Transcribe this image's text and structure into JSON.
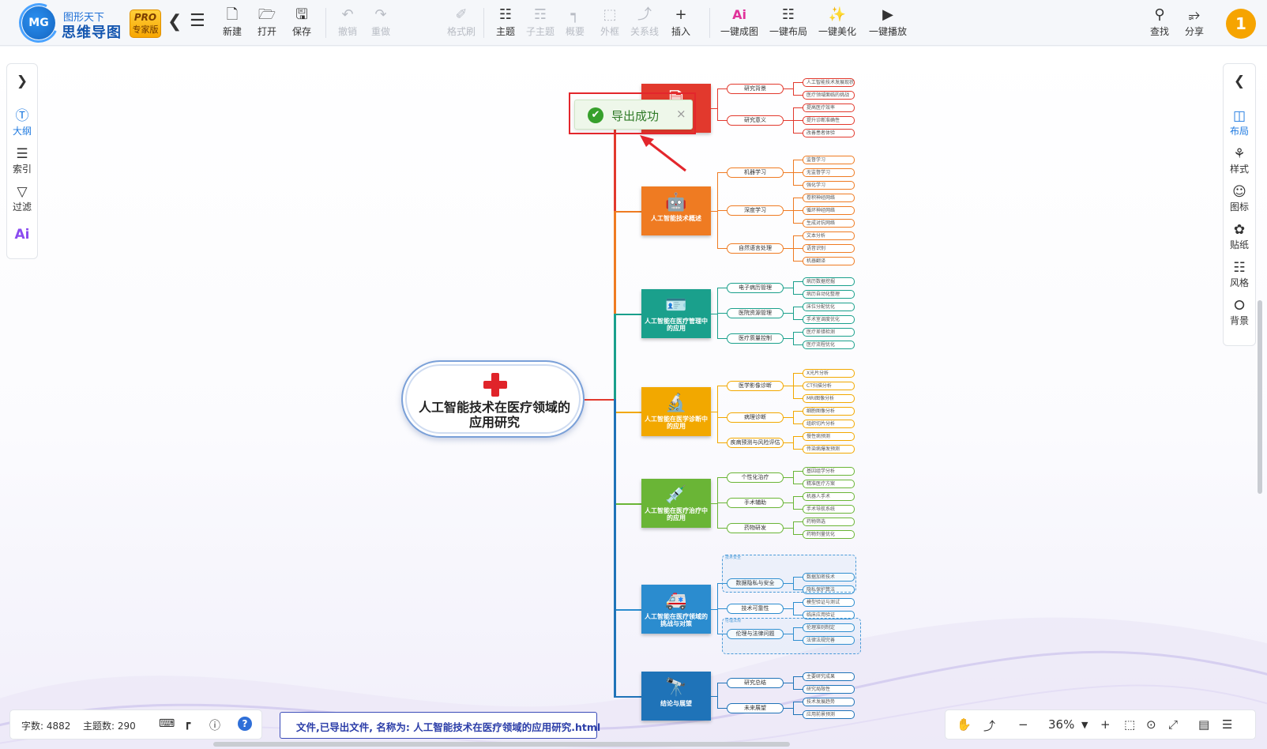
{
  "app": {
    "brand_small": "图形天下",
    "brand_main": "思维导图",
    "edition_a": "PRO",
    "edition_b": "专家版",
    "avatar_text": "1"
  },
  "toolbar": {
    "back_icon": "chevron-left-icon",
    "menu_icon": "menu-icon",
    "items": [
      {
        "label": "新建",
        "icon": "file-new-icon",
        "enabled": true
      },
      {
        "label": "打开",
        "icon": "folder-open-icon",
        "enabled": true
      },
      {
        "label": "保存",
        "icon": "save-icon",
        "enabled": true
      },
      {
        "label": "撤销",
        "icon": "undo-icon",
        "enabled": false
      },
      {
        "label": "重做",
        "icon": "redo-icon",
        "enabled": false
      },
      {
        "label": "格式刷",
        "icon": "format-brush-icon",
        "enabled": false
      },
      {
        "label": "主题",
        "icon": "topic-icon",
        "enabled": true
      },
      {
        "label": "子主题",
        "icon": "subtopic-icon",
        "enabled": false
      },
      {
        "label": "概要",
        "icon": "summary-icon",
        "enabled": false
      },
      {
        "label": "外框",
        "icon": "boundary-icon",
        "enabled": false
      },
      {
        "label": "关系线",
        "icon": "relation-icon",
        "enabled": false
      },
      {
        "label": "插入",
        "icon": "plus-icon",
        "enabled": true
      },
      {
        "label": "一键成图",
        "icon": "ai-icon",
        "enabled": true
      },
      {
        "label": "一键布局",
        "icon": "layout-icon",
        "enabled": true
      },
      {
        "label": "一键美化",
        "icon": "magic-wand-icon",
        "enabled": true
      },
      {
        "label": "一键播放",
        "icon": "play-icon",
        "enabled": true
      },
      {
        "label": "查找",
        "icon": "search-icon",
        "enabled": true
      },
      {
        "label": "分享",
        "icon": "share-icon",
        "enabled": true
      }
    ]
  },
  "left_panel": [
    {
      "label": "",
      "icon": "chevron-right-icon"
    },
    {
      "label": "大纲",
      "icon": "outline-icon",
      "active": true
    },
    {
      "label": "索引",
      "icon": "index-list-icon"
    },
    {
      "label": "过滤",
      "icon": "filter-icon"
    },
    {
      "label": "",
      "icon": "ai-icon"
    }
  ],
  "right_panel": [
    {
      "label": "",
      "icon": "chevron-left-icon"
    },
    {
      "label": "布局",
      "icon": "layout-panel-icon",
      "active": true
    },
    {
      "label": "样式",
      "icon": "palette-icon"
    },
    {
      "label": "图标",
      "icon": "smiley-icon"
    },
    {
      "label": "贴纸",
      "icon": "sticker-icon"
    },
    {
      "label": "风格",
      "icon": "style-grid-icon"
    },
    {
      "label": "背景",
      "icon": "layers-icon"
    }
  ],
  "toast": {
    "text": "导出成功",
    "close": "×"
  },
  "mindmap": {
    "root": "人工智能技术在医疗领域的应用研究",
    "topics": [
      {
        "label": "",
        "color": "#e2392d",
        "icon": "document-icon",
        "subs": [
          {
            "label": "研究背景",
            "leaves": [
              "人工智能技术发展现状",
              "医疗领域面临的挑战"
            ]
          },
          {
            "label": "研究意义",
            "leaves": [
              "提高医疗效率",
              "提升诊断准确性",
              "改善患者体验"
            ]
          }
        ]
      },
      {
        "label": "人工智能技术概述",
        "color": "#ef7b22",
        "icon": "robot-icon",
        "subs": [
          {
            "label": "机器学习",
            "leaves": [
              "监督学习",
              "无监督学习",
              "强化学习"
            ]
          },
          {
            "label": "深度学习",
            "leaves": [
              "卷积神经网络",
              "循环神经网络",
              "生成对抗网络"
            ]
          },
          {
            "label": "自然语言处理",
            "leaves": [
              "文本分析",
              "语音识别",
              "机器翻译"
            ]
          }
        ]
      },
      {
        "label": "人工智能在医疗管理中的应用",
        "color": "#1aa08c",
        "icon": "id-card-icon",
        "subs": [
          {
            "label": "电子病历管理",
            "leaves": [
              "病历数据挖掘",
              "病历自动化整理"
            ]
          },
          {
            "label": "医院资源管理",
            "leaves": [
              "床位分配优化",
              "手术室调度优化"
            ]
          },
          {
            "label": "医疗质量控制",
            "leaves": [
              "医疗差错检测",
              "医疗流程优化"
            ]
          }
        ]
      },
      {
        "label": "人工智能在医学诊断中的应用",
        "color": "#f2a800",
        "icon": "microscope-icon",
        "subs": [
          {
            "label": "医学影像诊断",
            "leaves": [
              "X光片分析",
              "CT扫描分析",
              "MRI图像分析"
            ]
          },
          {
            "label": "病理诊断",
            "leaves": [
              "细胞图像分析",
              "组织切片分析"
            ]
          },
          {
            "label": "疾病预测与风险评估",
            "leaves": [
              "慢性病预测",
              "传染病爆发预测"
            ]
          }
        ]
      },
      {
        "label": "人工智能在医疗治疗中的应用",
        "color": "#6ab536",
        "icon": "syringe-icon",
        "subs": [
          {
            "label": "个性化治疗",
            "leaves": [
              "基因组学分析",
              "精准医疗方案"
            ]
          },
          {
            "label": "手术辅助",
            "leaves": [
              "机器人手术",
              "手术导航系统"
            ]
          },
          {
            "label": "药物研发",
            "leaves": [
              "药物筛选",
              "药物剂量优化"
            ]
          }
        ]
      },
      {
        "label": "人工智能在医疗领域的挑战与对策",
        "color": "#2b8ccf",
        "icon": "ambulance-icon",
        "subs": [
          {
            "label": "数据隐私与安全",
            "leaves": [
              "数据加密技术",
              "隐私保护算法"
            ]
          },
          {
            "label": "技术可靠性",
            "leaves": [
              "模型验证与测试",
              "临床应用验证"
            ]
          },
          {
            "label": "伦理与法律问题",
            "leaves": [
              "伦理准则制定",
              "法律法规完善"
            ]
          }
        ],
        "boundaries": [
          "技术安全",
          "伦理法规"
        ]
      },
      {
        "label": "结论与展望",
        "color": "#1f73b8",
        "icon": "telescope-icon",
        "subs": [
          {
            "label": "研究总结",
            "leaves": [
              "主要研究成果",
              "研究局限性"
            ]
          },
          {
            "label": "未来展望",
            "leaves": [
              "技术发展趋势",
              "应用前景预测"
            ]
          }
        ]
      }
    ]
  },
  "status": {
    "word_count": "字数: 4882",
    "topic_count": "主题数: 290",
    "message": "文件,已导出文件, 名称为: 人工智能技术在医疗领域的应用研究.html",
    "zoom": "36%",
    "help": "?"
  }
}
